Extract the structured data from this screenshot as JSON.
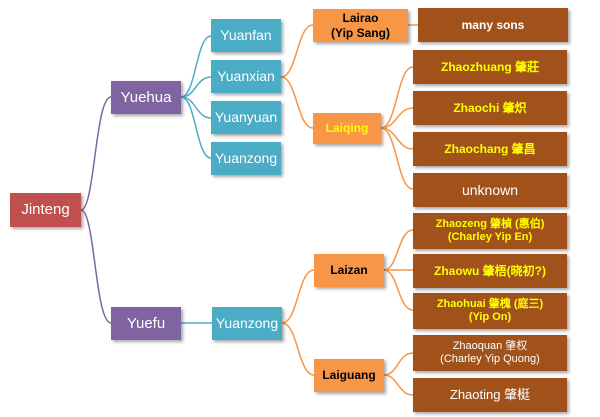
{
  "nodes": {
    "jinteng": "Jinteng",
    "yuehua": "Yuehua",
    "yuefu": "Yuefu",
    "yuanfan": "Yuanfan",
    "yuanxian": "Yuanxian",
    "yuanyuan": "Yuanyuan",
    "yuanzong_a": "Yuanzong",
    "yuanzong_b": "Yuanzong",
    "lairao": "Lairao",
    "lairao_alias": "(Yip Sang)",
    "laiqing": "Laiqing",
    "laizan": "Laizan",
    "laiguang": "Laiguang",
    "many_sons": "many sons",
    "zhaozhuang": "Zhaozhuang 肇莊",
    "zhaochi": "Zhaochi 肇炽",
    "zhaochang": "Zhaochang 肇昌",
    "unknown": "unknown",
    "zhaozeng": "Zhaozeng 肇楨 (惠伯)",
    "zhaozeng_alias": "(Charley Yip En)",
    "zhaowu": "Zhaowu 肇梧(晓初?)",
    "zhaohuai": "Zhaohuai 肇槐 (庭三)",
    "zhaohuai_alias": "(Yip On)",
    "zhaoquan": "Zhaoquan 肇权",
    "zhaoquan_alias": "(Charley  Yip Quong)",
    "zhaoting": "Zhaoting 肇梃"
  },
  "colors": {
    "root": "#c0504d",
    "generation2": "#8064a2",
    "generation3": "#4bacc6",
    "generation4": "#f79646",
    "generation5": "#a0521a",
    "link_purple": "#8064a2",
    "link_teal": "#4bacc6",
    "link_orange": "#f79646"
  }
}
